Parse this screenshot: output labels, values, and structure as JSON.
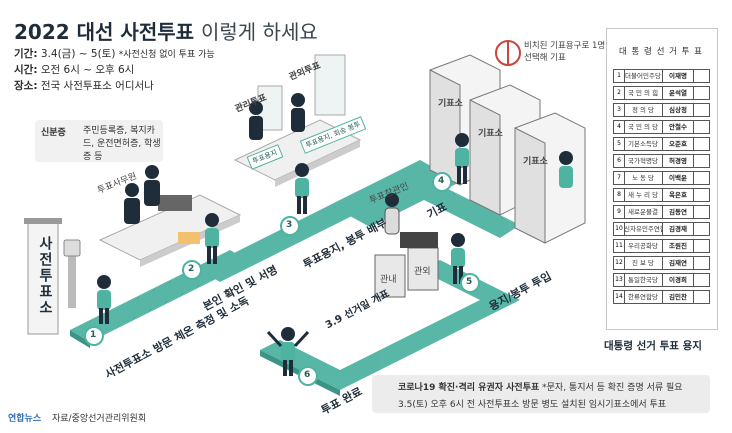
{
  "header": {
    "year": "2022",
    "event": "대선",
    "main": "사전투표",
    "sub": "이렇게 하세요"
  },
  "info": {
    "period_label": "기간:",
    "period_value": "3.4(금) ~ 5(토)",
    "period_note": "*사전신청 없이 투표 가능",
    "time_label": "시간:",
    "time_value": "오전 6시 ~ 오후 6시",
    "place_label": "장소:",
    "place_value": "전국 사전투표소 어디서나"
  },
  "id_box": {
    "label": "신분증",
    "value": "주민등록증, 복지카드, 운전면허증, 학생증 등"
  },
  "sign": "사전투표소",
  "roles": {
    "worker": "투표사무원",
    "manager": "관리투표",
    "observer": "관외투표",
    "supervisor": "투표참관인"
  },
  "chips": {
    "a": "투표용지",
    "b": "투표용지, 회송 봉투"
  },
  "booth_label": "기표소",
  "ballot_boxes": {
    "in": "관내",
    "out": "관외"
  },
  "steps": [
    {
      "num": "1",
      "label": "사전투표소 방문 체온 측정 및 소독"
    },
    {
      "num": "2",
      "label": "본인 확인 및 서명"
    },
    {
      "num": "3",
      "label": "투표용지, 봉투 배부"
    },
    {
      "num": "4",
      "label": "기표"
    },
    {
      "num": "5",
      "label": "용지/봉투 투입"
    },
    {
      "num": "6",
      "label": "투표 완료"
    }
  ],
  "date_note": "3.9 선거일 개표",
  "stamp_note": "비치된 기표용구로 1명 선택해 기표",
  "ballot": {
    "header": "대 통 령 선 거 투 표",
    "rows": [
      {
        "num": "1",
        "party": "더불어민주당",
        "cand": "이재명"
      },
      {
        "num": "2",
        "party": "국 민 의 힘",
        "cand": "윤석열"
      },
      {
        "num": "3",
        "party": "정 의 당",
        "cand": "심상정"
      },
      {
        "num": "4",
        "party": "국 민 의 당",
        "cand": "안철수"
      },
      {
        "num": "5",
        "party": "기본소득당",
        "cand": "오준호"
      },
      {
        "num": "6",
        "party": "국가혁명당",
        "cand": "허경영"
      },
      {
        "num": "7",
        "party": "노 동 당",
        "cand": "이백윤"
      },
      {
        "num": "8",
        "party": "새 누 리 당",
        "cand": "옥은호"
      },
      {
        "num": "9",
        "party": "새로운물결",
        "cand": "김동연"
      },
      {
        "num": "10",
        "party": "신자유민주연합",
        "cand": "김경재"
      },
      {
        "num": "11",
        "party": "우리공화당",
        "cand": "조원진"
      },
      {
        "num": "12",
        "party": "진 보 당",
        "cand": "김재연"
      },
      {
        "num": "13",
        "party": "통일한국당",
        "cand": "이경희"
      },
      {
        "num": "14",
        "party": "한류연합당",
        "cand": "김민찬"
      }
    ],
    "caption": "대통령 선거 투표 용지"
  },
  "covid": {
    "title": "코로나19 확진·격리 유권자 사전투표",
    "note": "*문자, 통지서 등 확진 증명 서류 필요",
    "detail": "3.5(토) 오후 6시 전 사전투표소 방문 병도 설치된 임시기표소에서 투표"
  },
  "footer": {
    "logo": "연합뉴스",
    "source": "자료/중앙선거관리위원회"
  },
  "colors": {
    "path": "#4fb3a2",
    "dark": "#1f2d3a",
    "accent": "#c9443a"
  }
}
